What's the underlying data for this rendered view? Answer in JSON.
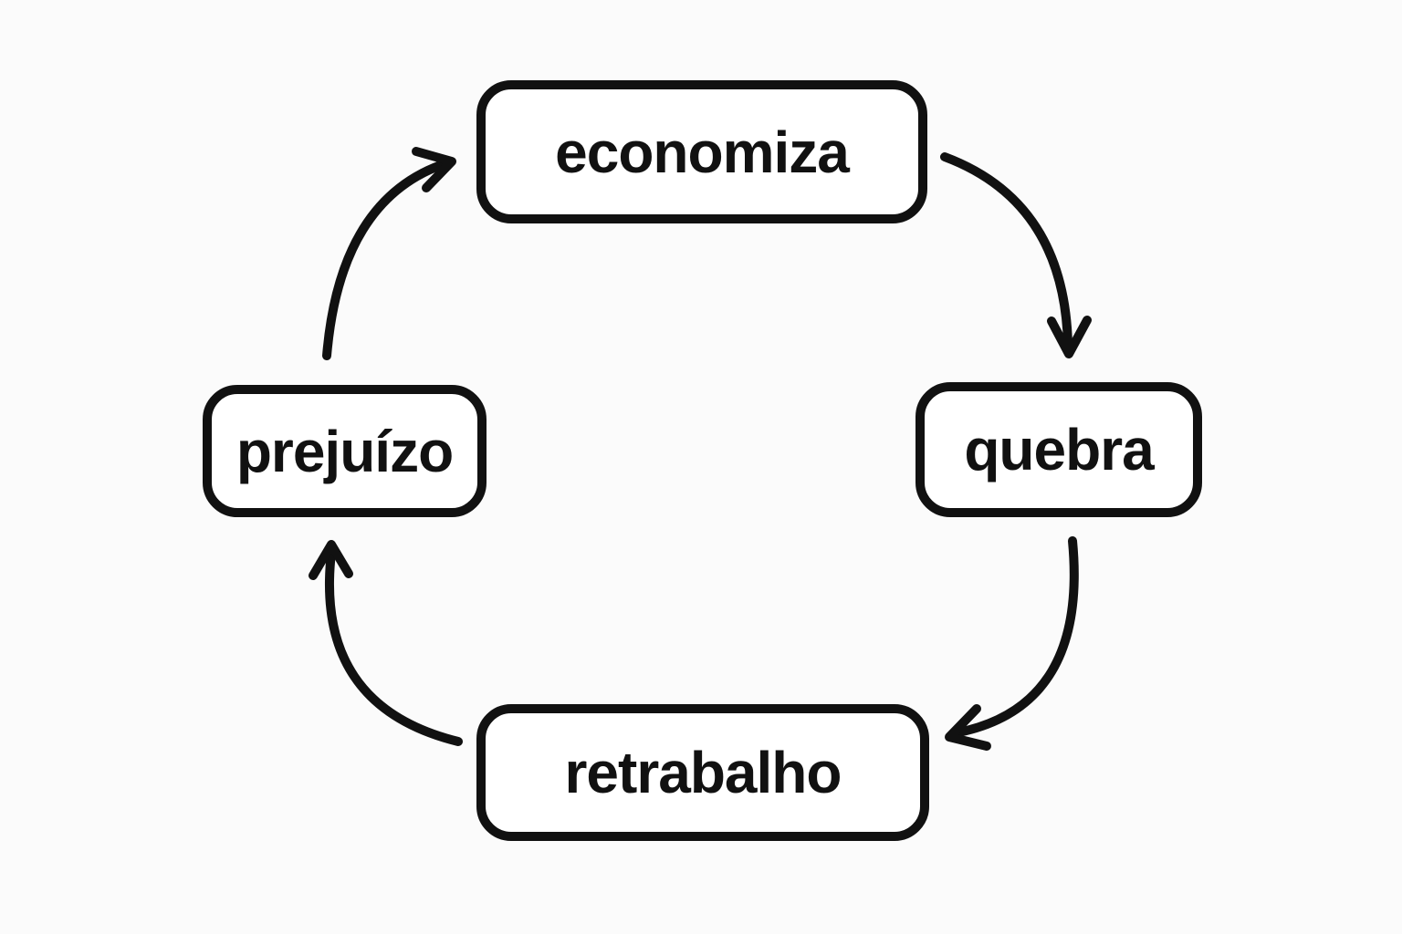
{
  "diagram": {
    "type": "cycle",
    "direction": "clockwise",
    "nodes": [
      {
        "id": "economiza",
        "label": "economiza",
        "position": "top"
      },
      {
        "id": "quebra",
        "label": "quebra",
        "position": "right"
      },
      {
        "id": "retrabalho",
        "label": "retrabalho",
        "position": "bottom"
      },
      {
        "id": "prejuizo",
        "label": "prejuízo",
        "position": "left"
      }
    ],
    "edges": [
      {
        "from": "economiza",
        "to": "quebra"
      },
      {
        "from": "quebra",
        "to": "retrabalho"
      },
      {
        "from": "retrabalho",
        "to": "prejuizo"
      },
      {
        "from": "prejuizo",
        "to": "economiza"
      }
    ],
    "colors": {
      "ink": "#111111",
      "node_fill": "#ffffff",
      "background": "#fbfbfb"
    }
  }
}
